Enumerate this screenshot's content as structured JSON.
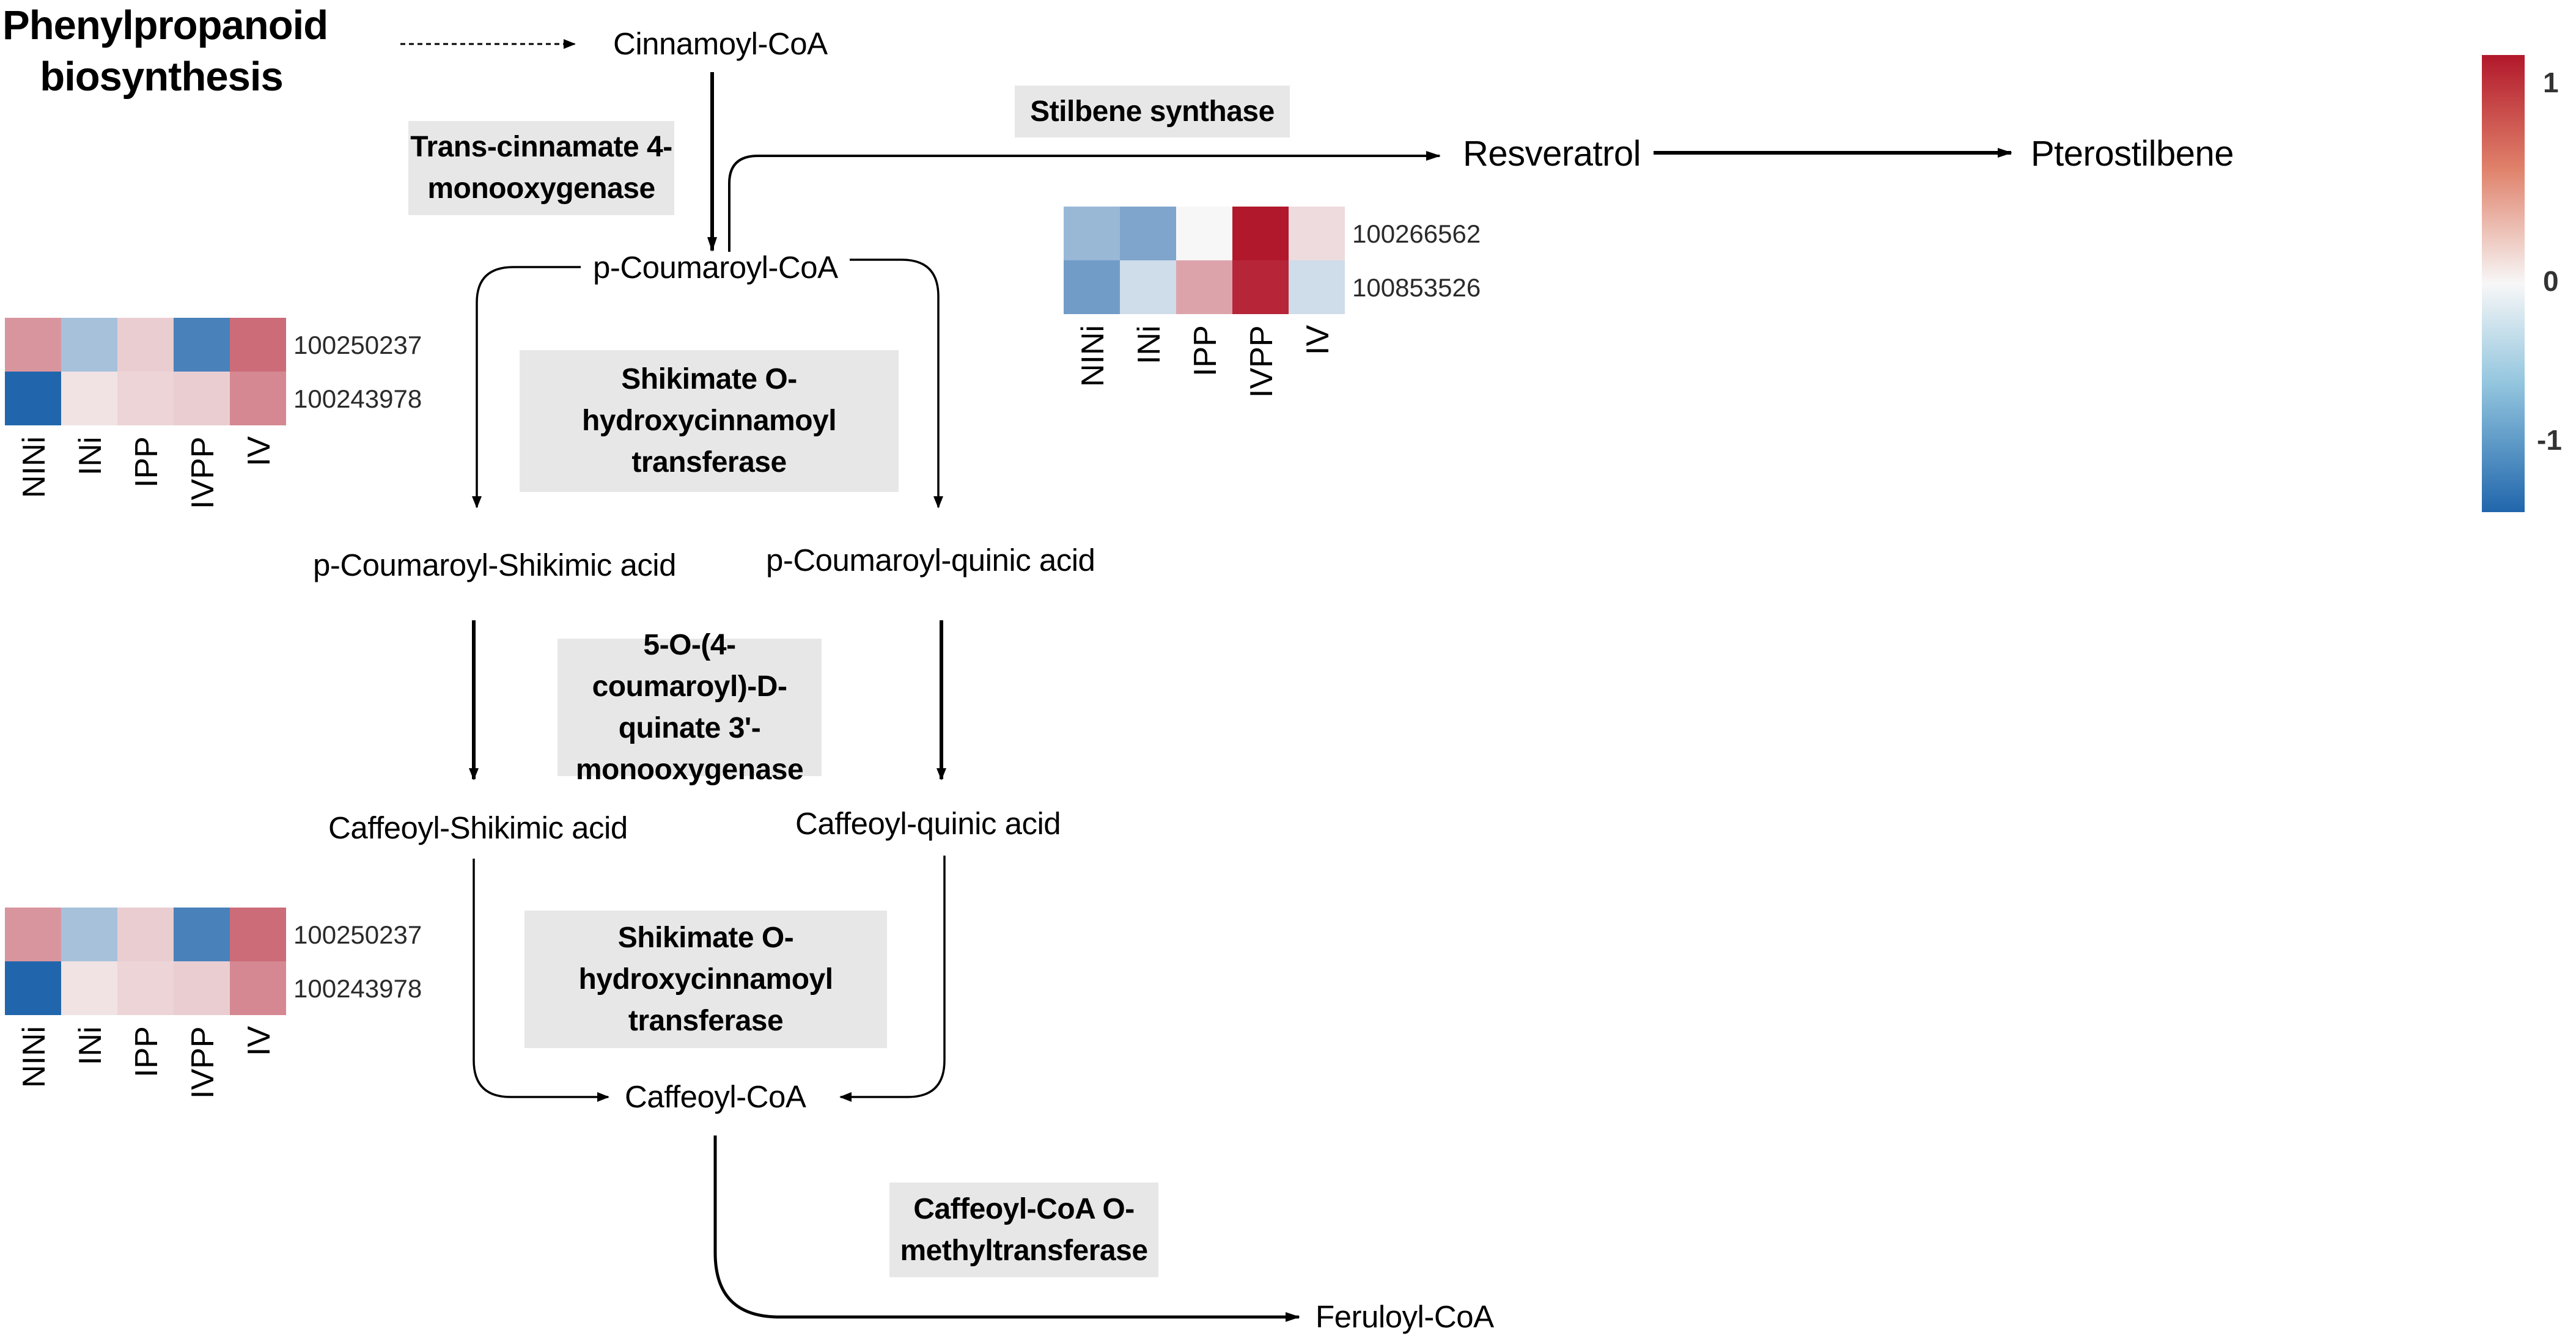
{
  "title": "Phenylpropanoid biosynthesis",
  "metabolites": {
    "cinnamoyl_coa": "Cinnamoyl-CoA",
    "p_coumaroyl_coa": "p-Coumaroyl-CoA",
    "resveratrol": "Resveratrol",
    "pterostilbene": "Pterostilbene",
    "p_coumaroyl_shikimic": "p-Coumaroyl-Shikimic acid",
    "p_coumaroyl_quinic": "p-Coumaroyl-quinic acid",
    "caffeoyl_shikimic": "Caffeoyl-Shikimic acid",
    "caffeoyl_quinic": "Caffeoyl-quinic acid",
    "caffeoyl_coa": "Caffeoyl-CoA",
    "feruloyl_coa": "Feruloyl-CoA"
  },
  "enzymes": {
    "c4h": "Trans-cinnamate 4-monooxygenase",
    "sts": "Stilbene synthase",
    "hct1": "Shikimate O-hydroxycinnamoyl transferase",
    "c3h": "5-O-(4-coumaroyl)-D-quinate 3'-monooxygenase",
    "hct2": "Shikimate O-hydroxycinnamoyl transferase",
    "ccoaomt": "Caffeoyl-CoA O-methyltransferase"
  },
  "heatmaps": {
    "columns": [
      "NINi",
      "INi",
      "IPP",
      "IVPP",
      "IV"
    ],
    "hct_top": {
      "rows": [
        {
          "gene": "100250237",
          "values": [
            0.7,
            -0.6,
            0.3,
            -1.3,
            1.0
          ]
        },
        {
          "gene": "100243978",
          "values": [
            -1.6,
            0.15,
            0.25,
            0.3,
            0.8
          ]
        }
      ]
    },
    "sts": {
      "rows": [
        {
          "gene": "100266562",
          "values": [
            -0.7,
            -0.9,
            0.0,
            1.6,
            0.2
          ]
        },
        {
          "gene": "100853526",
          "values": [
            -1.0,
            -0.3,
            0.6,
            1.5,
            -0.3
          ]
        }
      ]
    },
    "hct_bottom": {
      "rows": [
        {
          "gene": "100250237",
          "values": [
            0.7,
            -0.6,
            0.3,
            -1.3,
            1.0
          ]
        },
        {
          "gene": "100243978",
          "values": [
            -1.6,
            0.15,
            0.25,
            0.3,
            0.8
          ]
        }
      ]
    }
  },
  "color_scale": {
    "ticks": [
      "1",
      "0",
      "-1"
    ],
    "low": "#2166ac",
    "mid": "#f7f7f7",
    "high": "#b2182b"
  }
}
